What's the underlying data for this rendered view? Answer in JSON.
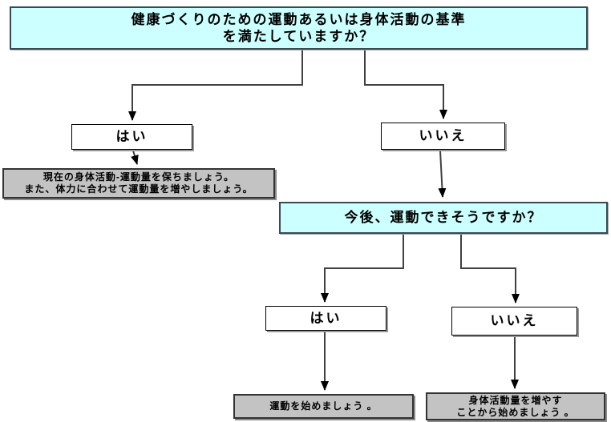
{
  "colors": {
    "question_fill": "#ccffff",
    "option_fill": "#ffffff",
    "advice_fill": "#c3c3c3",
    "connector_line": "#404040",
    "border": "#000000",
    "shadow": "#8a8a8a"
  },
  "nodes": {
    "q1": {
      "line1": "健康づくりのための運動あるいは身体活動の基準",
      "line2": "を満たしていますか？"
    },
    "q1_yes": {
      "label": "はい"
    },
    "q1_no": {
      "label": "いいえ"
    },
    "advice_keep": {
      "line1": "現在の身体活動-運動量を保ちましょう。",
      "line2": "また、体力に合わせて運動量を増やしましょう。"
    },
    "q2": {
      "label": "今後、運動できそうですか？"
    },
    "q2_yes": {
      "label": "はい"
    },
    "q2_no": {
      "label": "いいえ"
    },
    "advice_start": {
      "label": "運動を始めましょう 。"
    },
    "advice_increase": {
      "line1": "身体活動量を増やす",
      "line2": "ことから始めましょう 。"
    }
  }
}
